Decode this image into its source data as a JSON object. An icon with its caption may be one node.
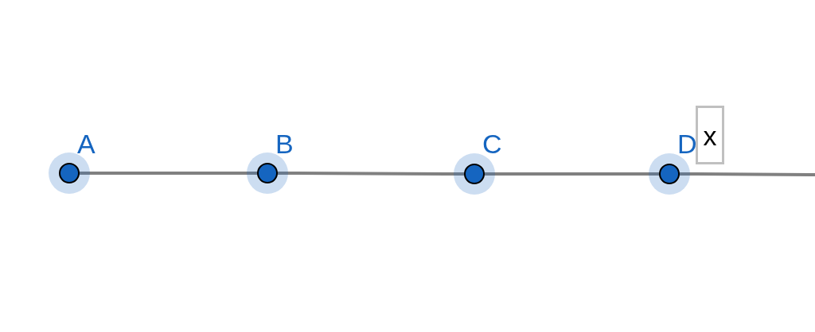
{
  "diagram": {
    "nodes": [
      {
        "text": [
          "A"
        ]
      },
      {
        "text": [
          "B"
        ]
      },
      {
        "text": [
          "C"
        ]
      },
      {
        "text": [
          "D"
        ]
      },
      {
        "text": [
          "x"
        ]
      }
    ],
    "edges": [
      {
        "from": 0,
        "to": 1,
        "arrow": "none"
      },
      {
        "from": 1,
        "to": 2,
        "arrow": "none"
      },
      {
        "from": 2,
        "to": 3,
        "arrow": "none"
      },
      {
        "from": 3,
        "to": null,
        "arrow": "none"
      }
    ]
  }
}
